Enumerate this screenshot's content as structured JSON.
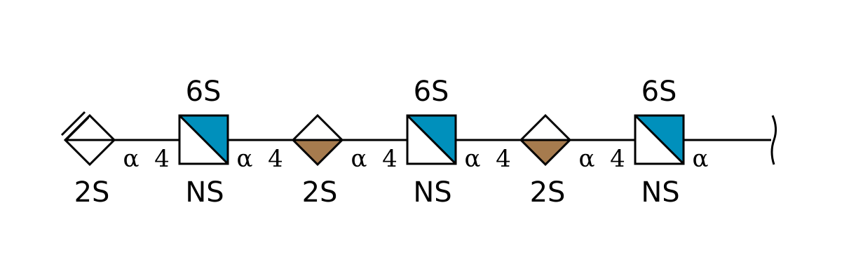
{
  "glycan": {
    "colors": {
      "glcn": "#0090BC",
      "idoa": "#A67B4E",
      "line": "#000000",
      "fill": "#FFFFFF"
    },
    "residues": [
      {
        "shape": "diamond-unsaturated",
        "below": "2S",
        "above": ""
      },
      {
        "shape": "square-half",
        "above": "6S",
        "below": "NS"
      },
      {
        "shape": "diamond-half",
        "above": "",
        "below": "2S"
      },
      {
        "shape": "square-half",
        "above": "6S",
        "below": "NS"
      },
      {
        "shape": "diamond-half",
        "above": "",
        "below": "2S"
      },
      {
        "shape": "square-half",
        "above": "6S",
        "below": "NS"
      }
    ],
    "linkages": [
      {
        "anomer": "α",
        "position": "4"
      },
      {
        "anomer": "α",
        "position": "4"
      },
      {
        "anomer": "α",
        "position": "4"
      },
      {
        "anomer": "α",
        "position": "4"
      },
      {
        "anomer": "α",
        "position": "4"
      },
      {
        "anomer": "α",
        "position": ""
      }
    ],
    "reducing_end": "wavy-bracket"
  }
}
